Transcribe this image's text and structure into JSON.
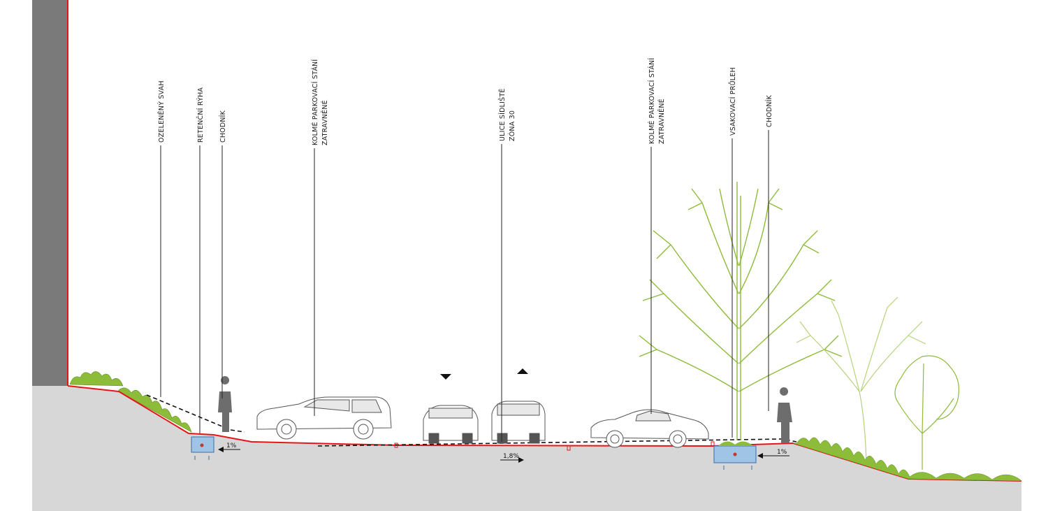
{
  "colors": {
    "ground": "#d7d7d7",
    "wall": "#7a7a7a",
    "surface_line": "#e4161a",
    "vegetation": "#8dbb3a",
    "vegetation_dark": "#5e8f1f",
    "retention": "#9fc4e6",
    "person": "#6d6d6d"
  },
  "labels": {
    "ozeleneny_svah": "OZELENĚNÝ SVAH",
    "retencni_ryha": "RETENČNÍ RÝHA",
    "chodnik_left": "CHODNÍK",
    "parking_left_1": "KOLMÉ PARKOVACÍ STÁNÍ",
    "parking_left_2": "ZATRAVNĚNÉ",
    "ulice_1": "ULICE SÍDLIŠTĚ",
    "ulice_2": "ZÓNA 30",
    "parking_right_1": "KOLMÉ PARKOVACÍ STÁNÍ",
    "parking_right_2": "ZATRAVNĚNÉ",
    "vsakovaci": "VSAKOVACÍ PRŮLEH",
    "chodnik_right": "CHODNÍK"
  },
  "slopes": {
    "left": "1%",
    "middle": "1,8%",
    "right": "1%"
  },
  "icons": {
    "direction_down": "triangle-down-icon",
    "direction_up": "triangle-up-icon"
  }
}
